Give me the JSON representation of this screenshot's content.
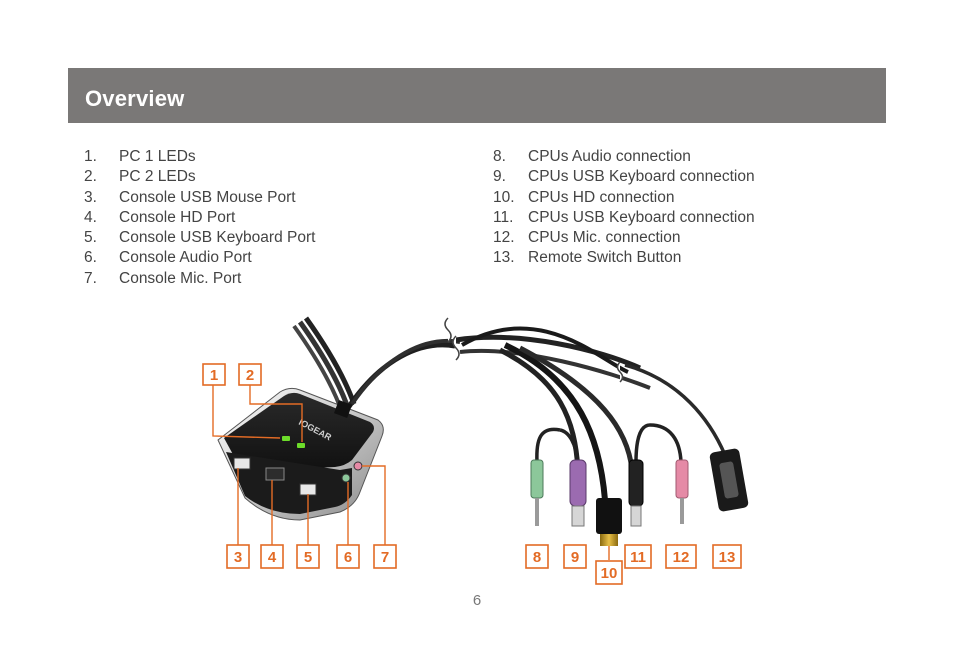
{
  "header": {
    "title": "Overview"
  },
  "items_left": [
    {
      "num": "1.",
      "label": "PC 1 LEDs"
    },
    {
      "num": "2.",
      "label": "PC 2 LEDs"
    },
    {
      "num": "3.",
      "label": "Console USB Mouse Port"
    },
    {
      "num": "4.",
      "label": "Console HD Port"
    },
    {
      "num": "5.",
      "label": "Console USB Keyboard Port"
    },
    {
      "num": "6.",
      "label": "Console Audio Port"
    },
    {
      "num": "7.",
      "label": "Console Mic. Port"
    }
  ],
  "items_right": [
    {
      "num": "8.",
      "label": "CPUs Audio connection"
    },
    {
      "num": "9.",
      "label": "CPUs USB Keyboard connection"
    },
    {
      "num": "10.",
      "label": "CPUs HD connection"
    },
    {
      "num": "11.",
      "label": "CPUs USB Keyboard connection"
    },
    {
      "num": "12.",
      "label": "CPUs Mic. connection"
    },
    {
      "num": "13.",
      "label": "Remote Switch Button"
    }
  ],
  "device": {
    "logo_text": "IOGEAR"
  },
  "callouts": [
    "1",
    "2",
    "3",
    "4",
    "5",
    "6",
    "7",
    "8",
    "9",
    "10",
    "11",
    "12",
    "13"
  ],
  "colors": {
    "header": "#7a7877",
    "callout": "#e36b25",
    "audio_plug": "#8cc79a",
    "usb_plug": "#9b6bb0",
    "mic_plug": "#e58aa6",
    "led": "#6ddc2a"
  },
  "footer": {
    "page_number": "6"
  }
}
